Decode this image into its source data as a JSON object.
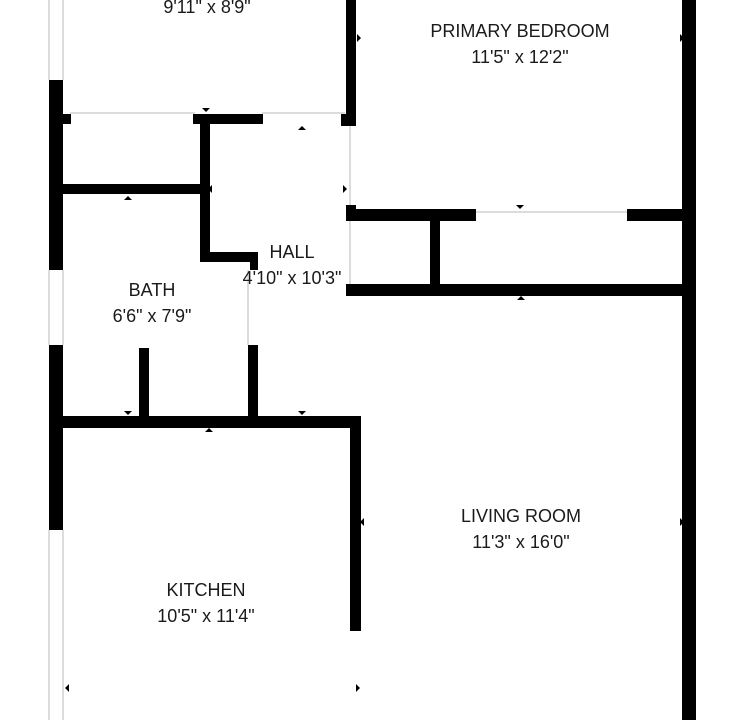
{
  "rooms": {
    "bedroom2": {
      "dims": "9'11\" x 8'9\""
    },
    "primary": {
      "name": "PRIMARY BEDROOM",
      "dims": "11'5\" x 12'2\""
    },
    "hall": {
      "name": "HALL",
      "dims": "4'10\" x 10'3\""
    },
    "bath": {
      "name": "BATH",
      "dims": "6'6\" x 7'9\""
    },
    "living": {
      "name": "LIVING ROOM",
      "dims": "11'3\" x 16'0\""
    },
    "kitchen": {
      "name": "KITCHEN",
      "dims": "10'5\" x 11'4\""
    }
  },
  "colors": {
    "wall": "#000000",
    "background": "#ffffff",
    "opening": "#d8d8d8",
    "text": "#1a1a1a"
  }
}
